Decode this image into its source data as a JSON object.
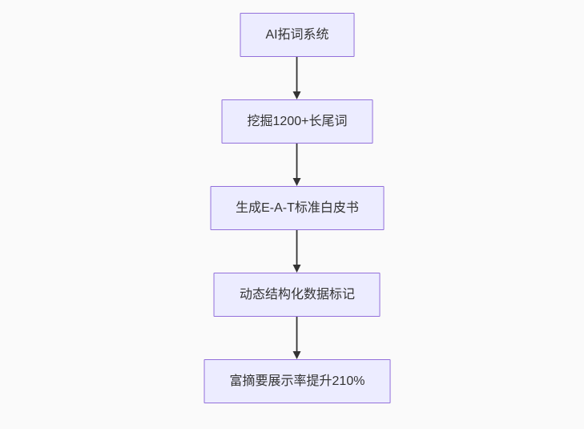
{
  "diagram": {
    "type": "flowchart",
    "direction": "top-down",
    "nodes": [
      {
        "id": "n1",
        "label": "AI拓词系统"
      },
      {
        "id": "n2",
        "label": "挖掘1200+长尾词"
      },
      {
        "id": "n3",
        "label": "生成E-A-T标准白皮书"
      },
      {
        "id": "n4",
        "label": "动态结构化数据标记"
      },
      {
        "id": "n5",
        "label": "富摘要展示率提升210%"
      }
    ],
    "edges": [
      {
        "from": "n1",
        "to": "n2",
        "arrow": "down"
      },
      {
        "from": "n2",
        "to": "n3",
        "arrow": "down"
      },
      {
        "from": "n3",
        "to": "n4",
        "arrow": "down"
      },
      {
        "from": "n4",
        "to": "n5",
        "arrow": "down"
      }
    ],
    "colors": {
      "background": "#fafafa",
      "node_fill": "#ECECFF",
      "node_border": "#9370DB",
      "text": "#333333",
      "arrow": "#333333"
    }
  }
}
